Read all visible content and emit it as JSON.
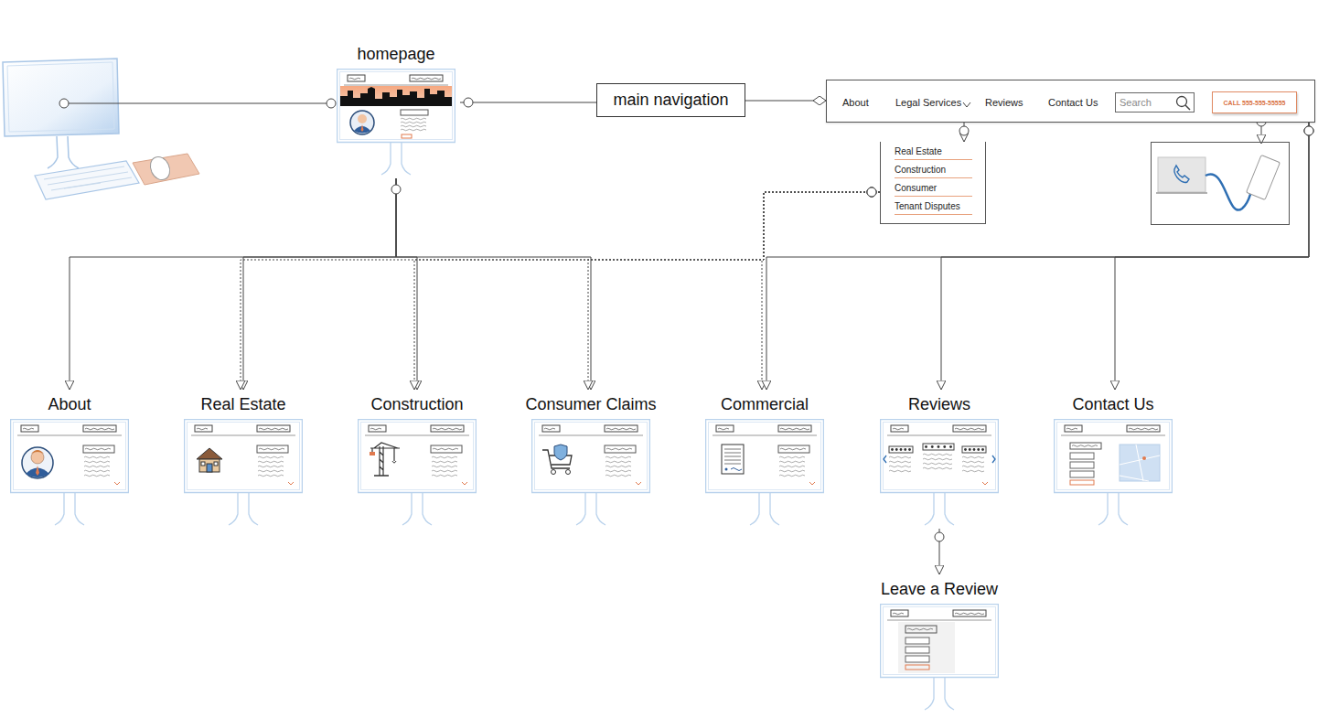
{
  "diagram": {
    "nodes": [
      {
        "text": [
          "homepage"
        ]
      },
      {
        "text": [
          "main navigation"
        ]
      },
      {
        "text": [
          "About",
          "Legal Services",
          "Reviews",
          "Contact Us"
        ]
      },
      {
        "text": [
          "Search"
        ],
        "in": 2
      },
      {
        "text": [
          "CALL 555-555-55555"
        ],
        "in": 2
      },
      {
        "text": [
          "Real Estate",
          "Construction",
          "Consumer",
          "Tenant Disputes"
        ]
      },
      {
        "text": [
          "About"
        ]
      },
      {
        "text": [
          "Real Estate"
        ]
      },
      {
        "text": [
          "Construction"
        ]
      },
      {
        "text": [
          "Consumer Claims"
        ]
      },
      {
        "text": [
          "Commercial"
        ]
      },
      {
        "text": [
          "Reviews"
        ]
      },
      {
        "text": [
          "Contact Us"
        ]
      },
      {
        "text": [
          "Leave a Review"
        ]
      }
    ],
    "edges": [
      {
        "from": 0,
        "to": 1,
        "arrow": "none"
      },
      {
        "from": 1,
        "to": 2,
        "arrow": "to"
      },
      {
        "from": 2,
        "to": 5,
        "arrow": "to"
      },
      {
        "from": 0,
        "to": 6,
        "arrow": "to"
      },
      {
        "from": 0,
        "to": 7,
        "arrow": "to"
      },
      {
        "from": 0,
        "to": 8,
        "arrow": "to"
      },
      {
        "from": 0,
        "to": 9,
        "arrow": "to"
      },
      {
        "from": 5,
        "to": 7,
        "arrow": "to"
      },
      {
        "from": 5,
        "to": 8,
        "arrow": "to"
      },
      {
        "from": 5,
        "to": 9,
        "arrow": "to"
      },
      {
        "from": 5,
        "to": 10,
        "arrow": "to"
      },
      {
        "from": 2,
        "to": 10,
        "arrow": "to"
      },
      {
        "from": 2,
        "to": 11,
        "arrow": "to"
      },
      {
        "from": 2,
        "to": 12,
        "arrow": "to"
      },
      {
        "from": 11,
        "to": 13,
        "arrow": "to"
      }
    ]
  }
}
